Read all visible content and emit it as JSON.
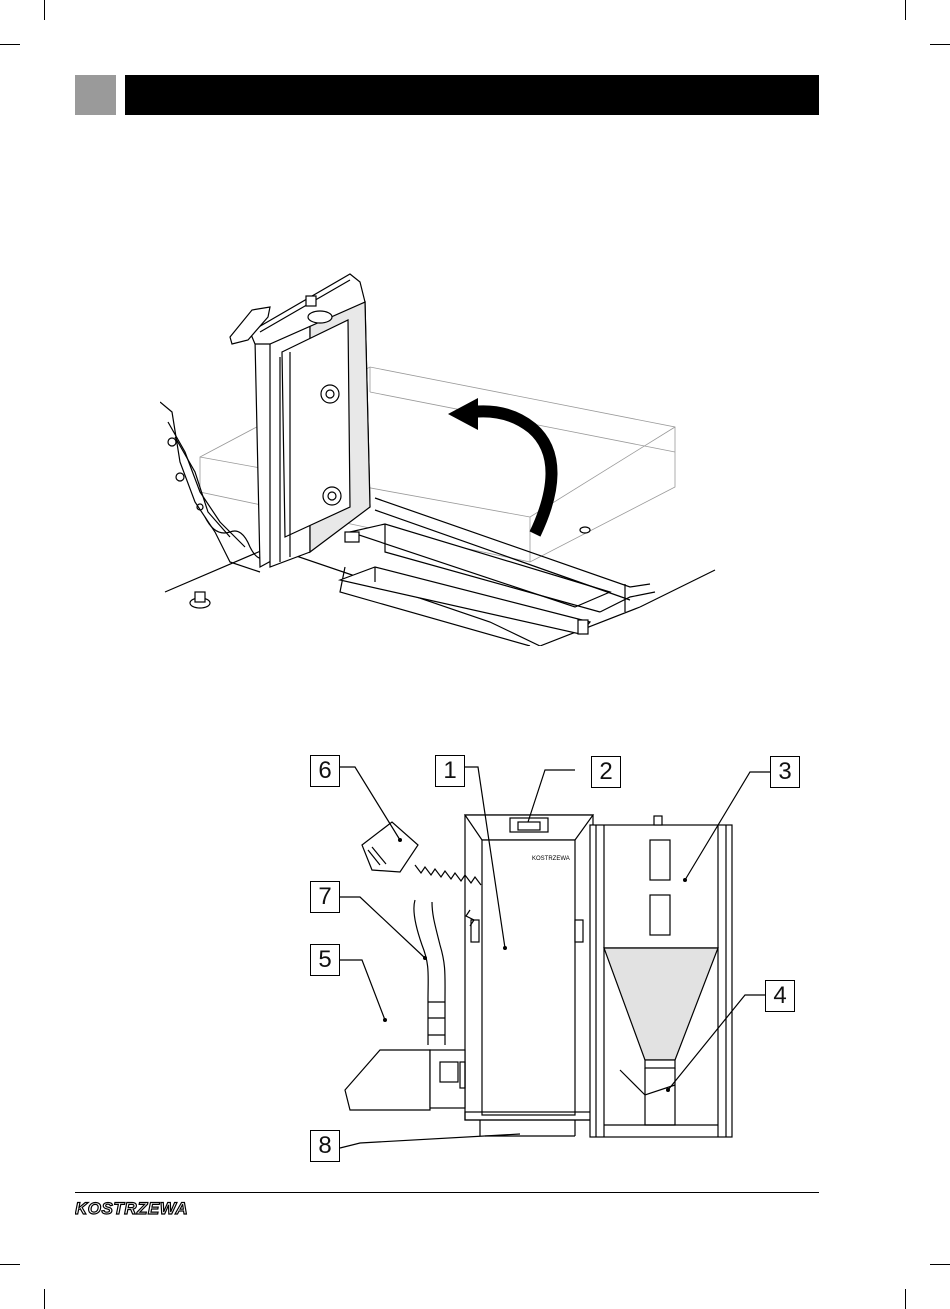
{
  "header": {
    "bar_color": "#000000",
    "tab_color": "#9a9a9a"
  },
  "figure_lid": {
    "arrow_icon": "curved-arrow-icon"
  },
  "figure_boiler": {
    "badge_text": "KOSTRZEWA",
    "callouts": [
      "1",
      "2",
      "3",
      "4",
      "5",
      "6",
      "7",
      "8"
    ]
  },
  "footer": {
    "brand": "KOSTRZEWA"
  }
}
